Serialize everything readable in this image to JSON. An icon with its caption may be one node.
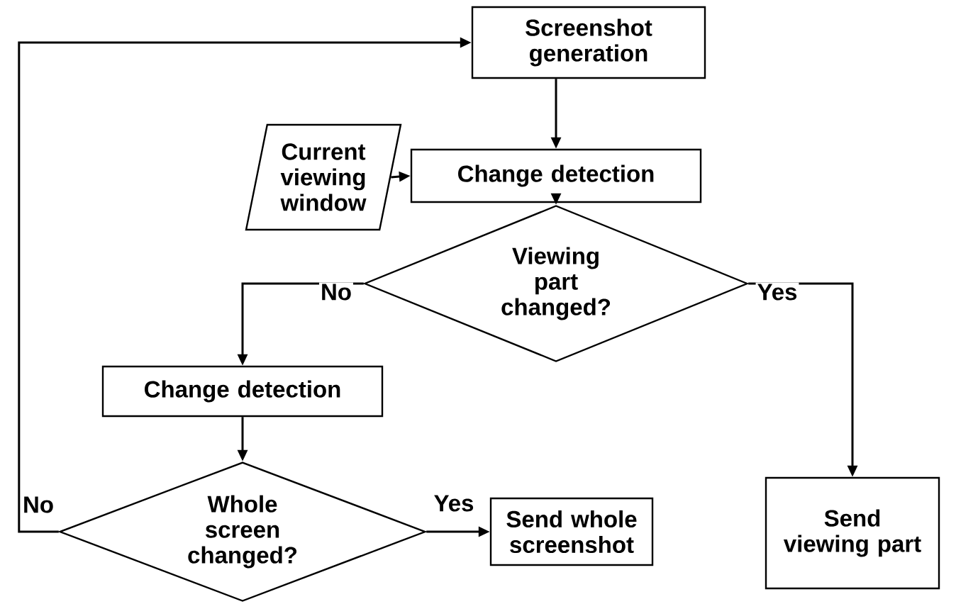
{
  "diagram": {
    "nodes": [
      {
        "text": [
          "Screenshot generation"
        ]
      },
      {
        "text": [
          "Current viewing window"
        ]
      },
      {
        "text": [
          "Change detection"
        ]
      },
      {
        "text": [
          "Viewing part changed?"
        ]
      },
      {
        "text": [
          "Change detection"
        ]
      },
      {
        "text": [
          "Whole screen changed?"
        ]
      },
      {
        "text": [
          "Send whole screenshot"
        ]
      },
      {
        "text": [
          "Send viewing part"
        ]
      }
    ],
    "edges": [
      {
        "from": 0,
        "to": 2,
        "arrow": "to"
      },
      {
        "from": 1,
        "to": 2,
        "arrow": "to"
      },
      {
        "from": 2,
        "to": 3,
        "arrow": "to"
      },
      {
        "from": 3,
        "to": 4,
        "arrow": "to",
        "label": "No"
      },
      {
        "from": 3,
        "to": 7,
        "arrow": "to",
        "label": "Yes"
      },
      {
        "from": 4,
        "to": 5,
        "arrow": "to"
      },
      {
        "from": 5,
        "to": 6,
        "arrow": "to",
        "label": "Yes"
      },
      {
        "from": 5,
        "to": 0,
        "arrow": "to",
        "label": "No"
      }
    ]
  }
}
